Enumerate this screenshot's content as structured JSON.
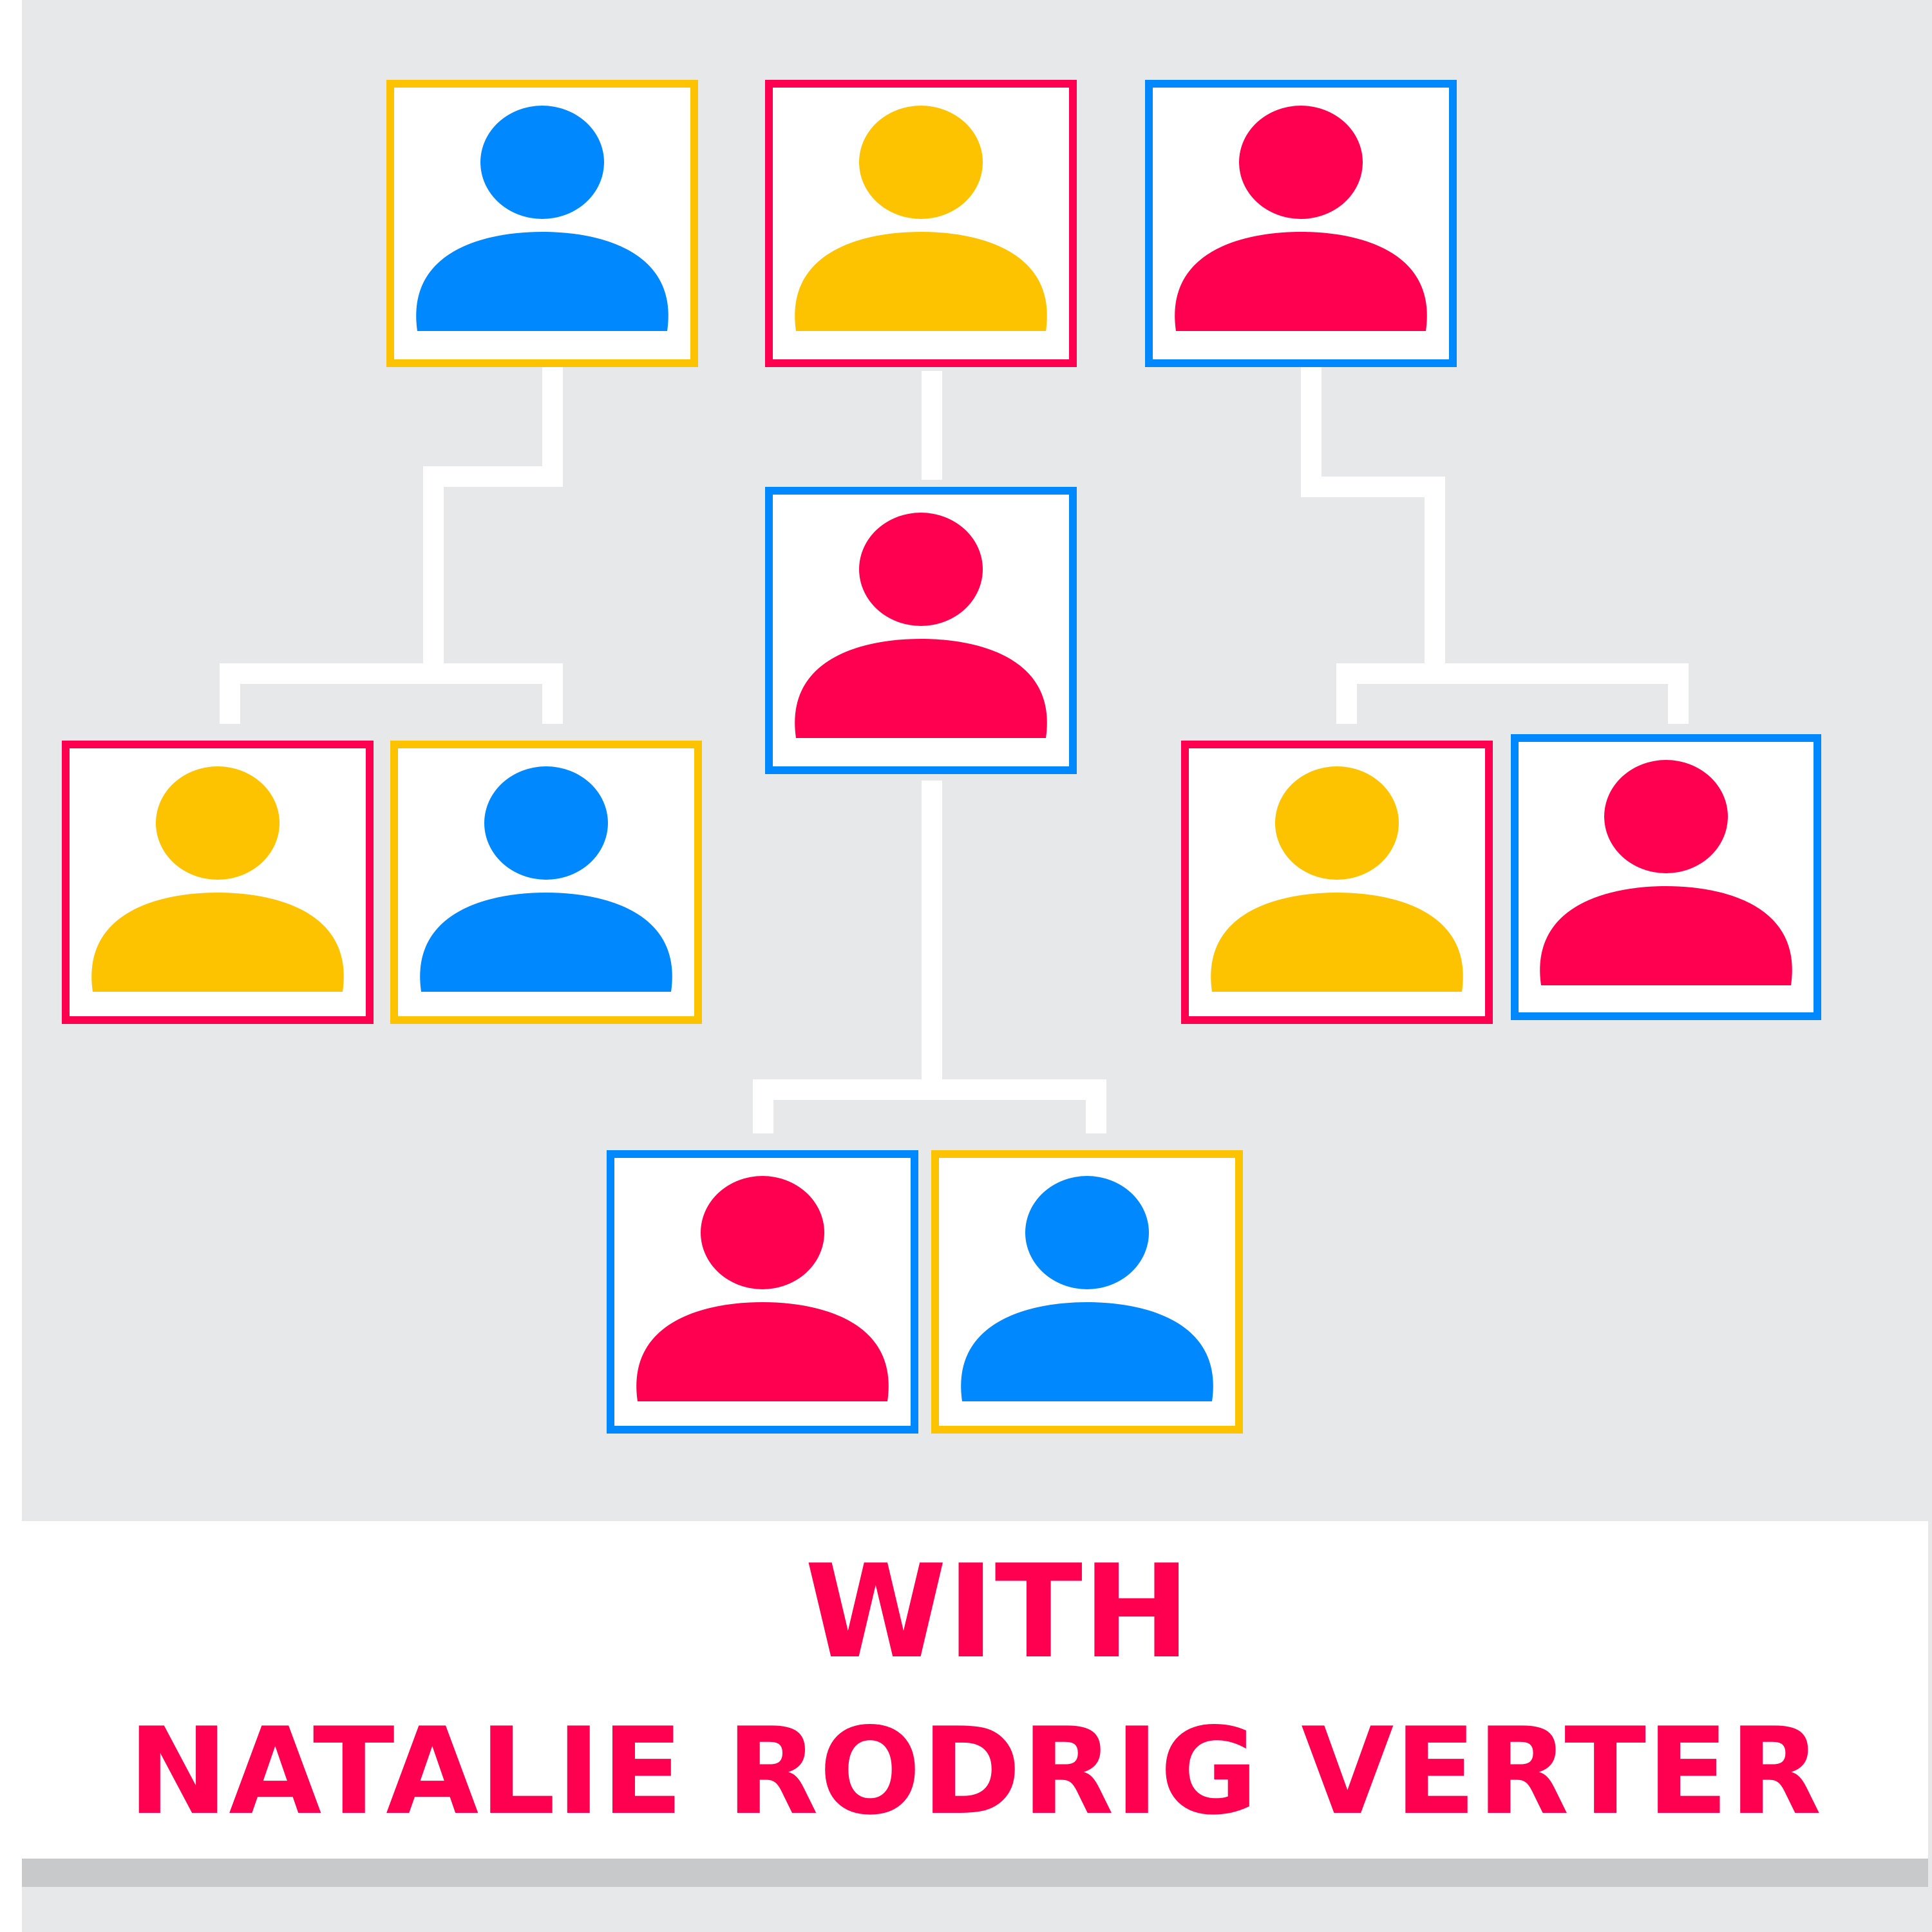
{
  "colors": {
    "background": "#e6e8ea",
    "connector": "#ffffff",
    "card_fill": "#ffffff",
    "red": "#ff0050",
    "yellow": "#fdc300",
    "blue": "#0088ff",
    "caption_text": "#ff0050"
  },
  "caption": {
    "line1": "WITH",
    "line2": "NATALIE RODRIG VERTER"
  },
  "people": [
    {
      "id": "p1",
      "icon": "person-icon",
      "border": "yellow",
      "figure": "blue"
    },
    {
      "id": "p2",
      "icon": "person-icon",
      "border": "red",
      "figure": "yellow"
    },
    {
      "id": "p3",
      "icon": "person-icon",
      "border": "blue",
      "figure": "red"
    },
    {
      "id": "p4",
      "icon": "person-icon",
      "border": "blue",
      "figure": "red"
    },
    {
      "id": "p5",
      "icon": "person-icon",
      "border": "red",
      "figure": "yellow"
    },
    {
      "id": "p6",
      "icon": "person-icon",
      "border": "yellow",
      "figure": "blue"
    },
    {
      "id": "p7",
      "icon": "person-icon",
      "border": "red",
      "figure": "yellow"
    },
    {
      "id": "p8",
      "icon": "person-icon",
      "border": "blue",
      "figure": "red"
    },
    {
      "id": "p9",
      "icon": "person-icon",
      "border": "blue",
      "figure": "red"
    },
    {
      "id": "p10",
      "icon": "person-icon",
      "border": "yellow",
      "figure": "blue"
    }
  ],
  "links": [
    {
      "from": "p1",
      "to": [
        "p5",
        "p6"
      ]
    },
    {
      "from": "p2",
      "to": [
        "p4"
      ]
    },
    {
      "from": "p3",
      "to": [
        "p7",
        "p8"
      ]
    },
    {
      "from": "p4",
      "to": [
        "p9",
        "p10"
      ]
    }
  ]
}
